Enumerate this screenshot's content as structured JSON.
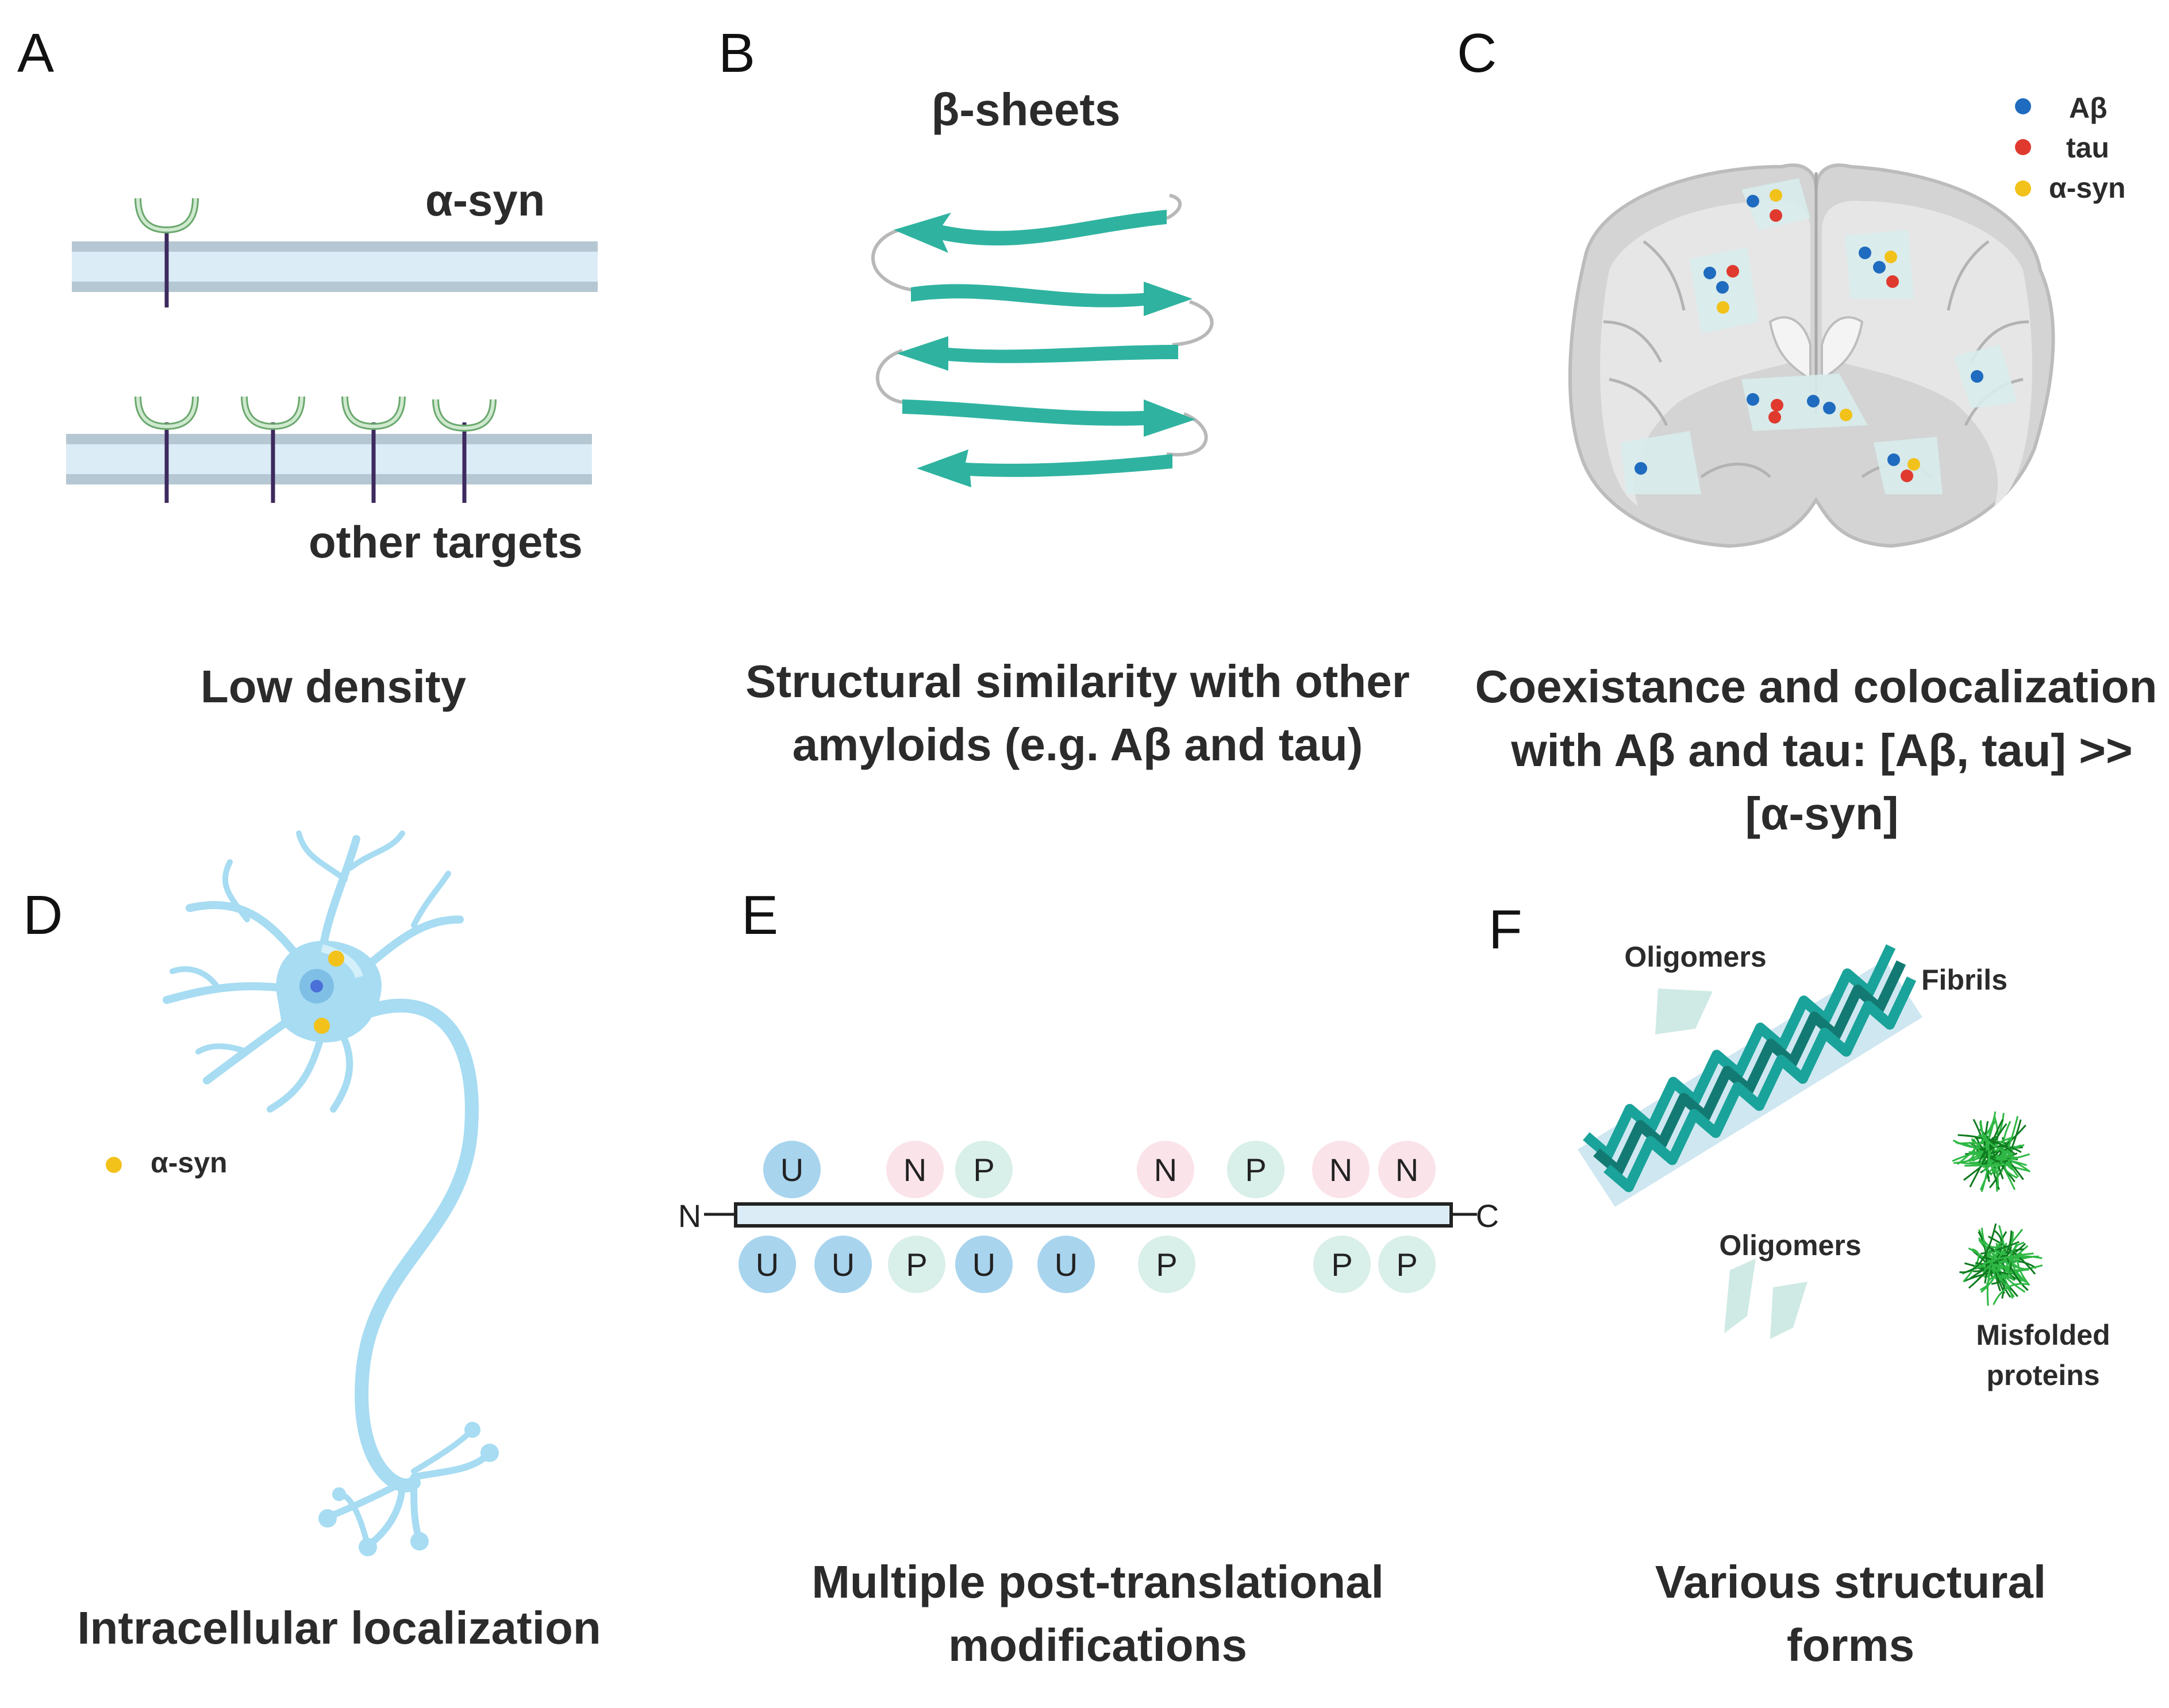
{
  "panels": {
    "A": {
      "letter": "A",
      "top_label": "α-syn",
      "bottom_label": "other targets",
      "caption": "Low density"
    },
    "B": {
      "letter": "B",
      "title": "β-sheets",
      "caption_lines": [
        "Structural similarity with other",
        "amyloids (e.g. Aβ and tau)"
      ]
    },
    "C": {
      "letter": "C",
      "legend": [
        {
          "label": "Aβ",
          "color": "#1f6bbf"
        },
        {
          "label": "tau",
          "color": "#e03a2f"
        },
        {
          "label": "α-syn",
          "color": "#f2c21b"
        }
      ],
      "caption_lines": [
        "Coexistance and colocalization",
        "with Aβ and tau: [Aβ, tau] >>",
        "[α-syn]"
      ]
    },
    "D": {
      "letter": "D",
      "legend_label": "α-syn",
      "legend_color": "#f2c21b",
      "caption": "Intracellular localization"
    },
    "E": {
      "letter": "E",
      "n_term": "N",
      "c_term": "C",
      "top_mods": [
        "U",
        "N",
        "P",
        "N",
        "P",
        "N",
        "N"
      ],
      "bottom_mods": [
        "U",
        "U",
        "P",
        "U",
        "U",
        "P",
        "P",
        "P"
      ],
      "caption_lines": [
        "Multiple post-translational",
        "modifications"
      ]
    },
    "F": {
      "letter": "F",
      "oligomers_top": "Oligomers",
      "fibrils": "Fibrils",
      "oligomers_bottom": "Oligomers",
      "misfolded_lines": [
        "Misfolded",
        "proteins"
      ],
      "caption_lines": [
        "Various structural",
        "forms"
      ]
    }
  }
}
